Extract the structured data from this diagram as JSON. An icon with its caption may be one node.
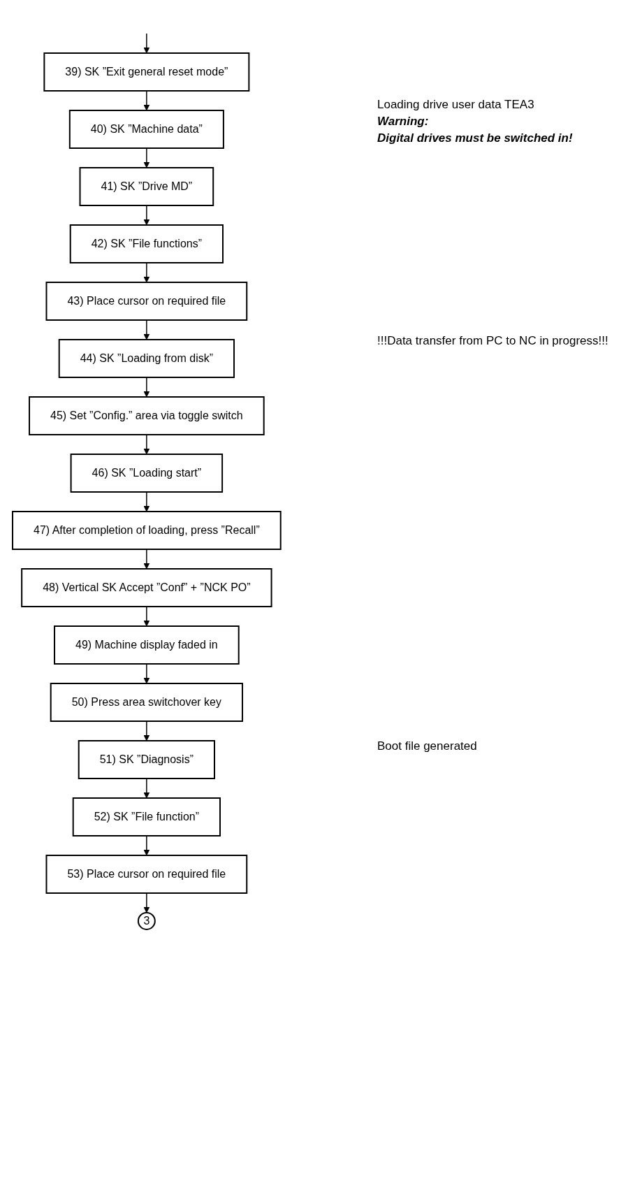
{
  "diagram": {
    "nodes": [
      {
        "text": [
          "39) SK ”Exit general reset mode”"
        ]
      },
      {
        "text": [
          "40) SK ”Machine data”"
        ]
      },
      {
        "text": [
          "41) SK ”Drive MD”"
        ]
      },
      {
        "text": [
          "42) SK ”File functions”"
        ]
      },
      {
        "text": [
          "43) Place cursor on required file"
        ]
      },
      {
        "text": [
          "44) SK ”Loading from disk”"
        ]
      },
      {
        "text": [
          "45) Set ”Config.” area via toggle switch"
        ]
      },
      {
        "text": [
          "46) SK ”Loading start”"
        ]
      },
      {
        "text": [
          "47) After completion of loading, press ”Recall”"
        ]
      },
      {
        "text": [
          "48) Vertical SK Accept ”Conf” + ”NCK PO”"
        ]
      },
      {
        "text": [
          "49) Machine display faded in"
        ]
      },
      {
        "text": [
          "50) Press area switchover key"
        ]
      },
      {
        "text": [
          "51) SK ”Diagnosis”"
        ]
      },
      {
        "text": [
          "52) SK ”File function”"
        ]
      },
      {
        "text": [
          "53) Place cursor on required file"
        ]
      },
      {
        "text": [
          "3"
        ]
      }
    ],
    "edges": [
      {
        "from": null,
        "to": 0,
        "arrow": "to"
      },
      {
        "from": 0,
        "to": 1,
        "arrow": "to"
      },
      {
        "from": 1,
        "to": 2,
        "arrow": "to"
      },
      {
        "from": 2,
        "to": 3,
        "arrow": "to"
      },
      {
        "from": 3,
        "to": 4,
        "arrow": "to"
      },
      {
        "from": 4,
        "to": 5,
        "arrow": "to"
      },
      {
        "from": 5,
        "to": 6,
        "arrow": "to"
      },
      {
        "from": 6,
        "to": 7,
        "arrow": "to"
      },
      {
        "from": 7,
        "to": 8,
        "arrow": "to"
      },
      {
        "from": 8,
        "to": 9,
        "arrow": "to"
      },
      {
        "from": 9,
        "to": 10,
        "arrow": "to"
      },
      {
        "from": 10,
        "to": 11,
        "arrow": "to"
      },
      {
        "from": 11,
        "to": 12,
        "arrow": "to"
      },
      {
        "from": 12,
        "to": 13,
        "arrow": "to"
      },
      {
        "from": 13,
        "to": 14,
        "arrow": "to"
      },
      {
        "from": 14,
        "to": 15,
        "arrow": "to"
      }
    ],
    "labels": [
      "Loading drive user data TEA3",
      "Warning:",
      "Digital drives must be switched in!",
      "!!!Data transfer from PC to NC in progress!!!",
      "Boot file generated"
    ]
  }
}
